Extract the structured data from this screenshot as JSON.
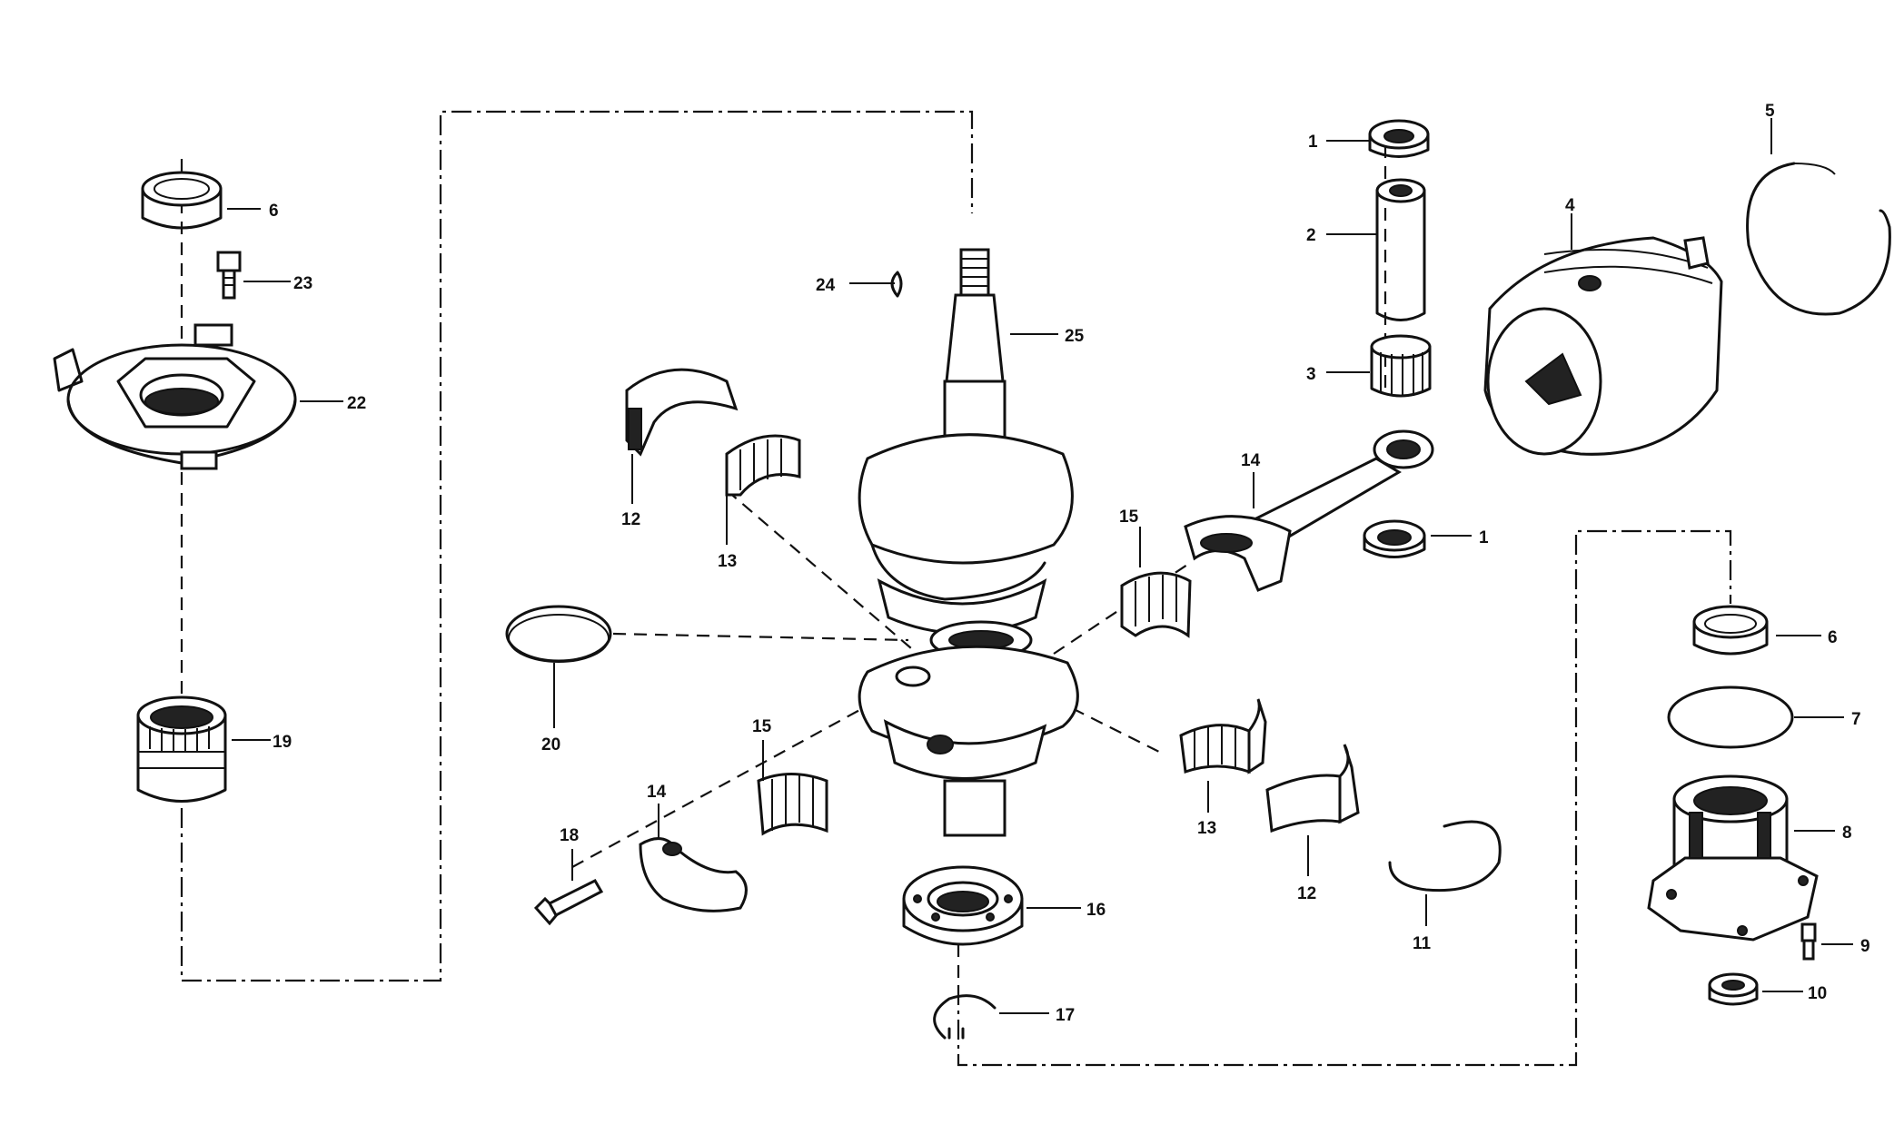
{
  "callouts": {
    "c1a": "1",
    "c1b": "1",
    "c2": "2",
    "c3": "3",
    "c4": "4",
    "c5": "5",
    "c6a": "6",
    "c6b": "6",
    "c7": "7",
    "c8": "8",
    "c9": "9",
    "c10": "10",
    "c11": "11",
    "c12a": "12",
    "c12b": "12",
    "c13a": "13",
    "c13b": "13",
    "c14a": "14",
    "c14b": "14",
    "c15a": "15",
    "c15b": "15",
    "c16": "16",
    "c17": "17",
    "c18": "18",
    "c19": "19",
    "c20": "20",
    "c22": "22",
    "c23": "23",
    "c24": "24",
    "c25": "25"
  }
}
